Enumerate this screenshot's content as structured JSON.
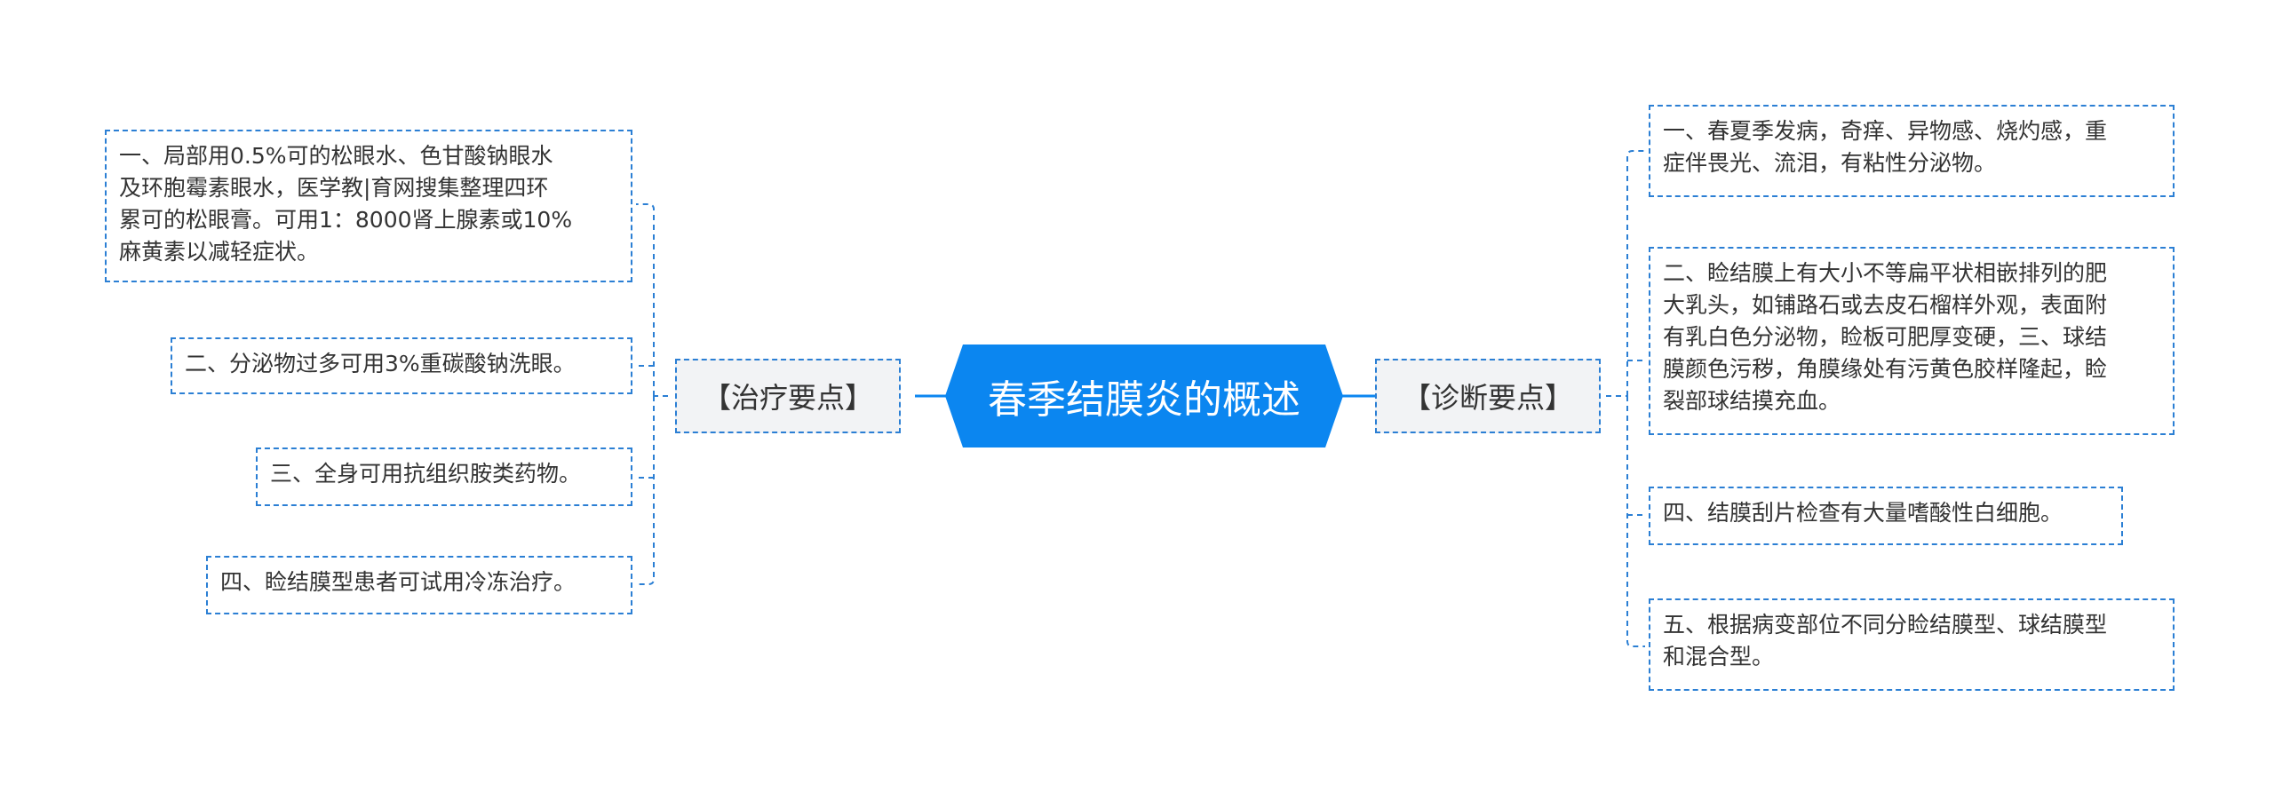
{
  "theme": {
    "accent": "#0b86f0",
    "line": "#2b7fd4",
    "branch_bg": "#f2f3f5"
  },
  "root": {
    "title": "春季结膜炎的概述"
  },
  "branches": {
    "treatment": {
      "label": "【治疗要点】",
      "items": [
        "一、局部用0.5%可的松眼水、色甘酸钠眼水\n及环胞霉素眼水，医学教|育网搜集整理四环\n累可的松眼膏。可用1：8000肾上腺素或10%\n麻黄素以减轻症状。",
        "二、分泌物过多可用3%重碳酸钠洗眼。",
        "三、全身可用抗组织胺类药物。",
        "四、睑结膜型患者可试用冷冻治疗。"
      ]
    },
    "diagnosis": {
      "label": "【诊断要点】",
      "items": [
        "一、春夏季发病，奇痒、异物感、烧灼感，重\n症伴畏光、流泪，有粘性分泌物。",
        "二、睑结膜上有大小不等扁平状相嵌排列的肥\n大乳头，如铺路石或去皮石榴样外观，表面附\n有乳白色分泌物，睑板可肥厚变硬，三、球结\n膜颜色污秽，角膜缘处有污黄色胶样隆起，睑\n裂部球结摸充血。",
        "四、结膜刮片检查有大量嗜酸性白细胞。",
        "五、根据病变部位不同分睑结膜型、球结膜型\n和混合型。"
      ]
    }
  }
}
